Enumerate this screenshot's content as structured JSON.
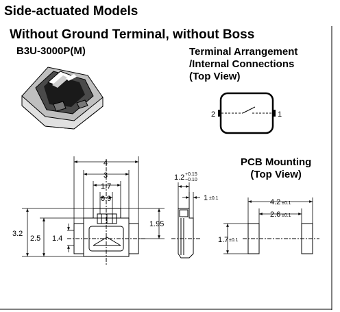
{
  "header": {
    "title": "Side-actuated Models",
    "subtitle": "Without Ground Terminal, without Boss"
  },
  "model": {
    "name": "B3U-3000P(M)"
  },
  "terminal": {
    "title_line1": "Terminal Arrangement",
    "title_line2": "/Internal Connections",
    "title_line3": "(Top View)",
    "pin_left": "2",
    "pin_right": "1"
  },
  "pcb": {
    "title_line1": "PCB Mounting",
    "title_line2": "(Top View)",
    "dim_4_2": "4.2",
    "tol_4_2": "±0.1",
    "dim_2_6": "2.6",
    "tol_2_6": "±0.1",
    "dim_1_7": "1.7",
    "tol_1_7": "±0.1"
  },
  "front": {
    "dim_4": "4",
    "dim_3": "3",
    "dim_1_7": "1.7",
    "dim_0_9": "0.9",
    "dim_3_2": "3.2",
    "dim_2_5": "2.5",
    "dim_1_4": "1.4",
    "dim_1_95": "1.95"
  },
  "side": {
    "dim_1_2": "1.2",
    "tol_plus": "+0.15",
    "tol_minus": "−0.10",
    "dim_1": "1",
    "tol_1": "±0.1"
  }
}
